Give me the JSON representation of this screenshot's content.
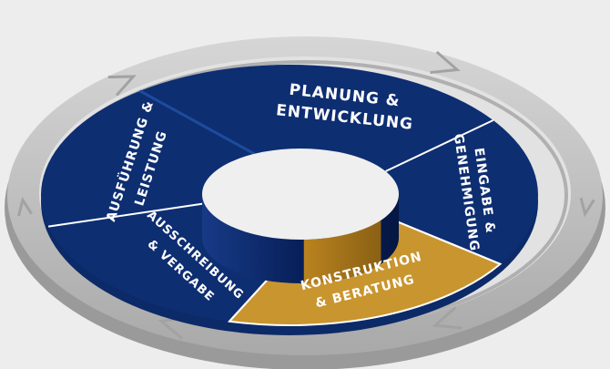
{
  "diagram": {
    "colors": {
      "background": "#ededed",
      "navy": "#0e2e72",
      "navy_dark": "#082057",
      "gold": "#c9952e",
      "gold_dark": "#9b6f1c",
      "ring_grey": "#c3c3c3",
      "ring_grey_dark": "#8f8f8f",
      "label": "#ffffff"
    },
    "segments": [
      {
        "id": "planung",
        "lines": [
          "PLANUNG &",
          "ENTWICKLUNG"
        ]
      },
      {
        "id": "eingabe",
        "lines": [
          "EINGABE &",
          "GENEHMIGUNG"
        ]
      },
      {
        "id": "konstruktion",
        "lines": [
          "KONSTRUKTION",
          "& BERATUNG"
        ]
      },
      {
        "id": "ausschreibung",
        "lines": [
          "AUSSCHREIBUNG",
          "& VERGABE"
        ]
      },
      {
        "id": "ausfuehrung",
        "lines": [
          "AUSFÜHRUNG &",
          "LEISTUNG"
        ]
      }
    ],
    "highlighted_segment": "konstruktion"
  }
}
